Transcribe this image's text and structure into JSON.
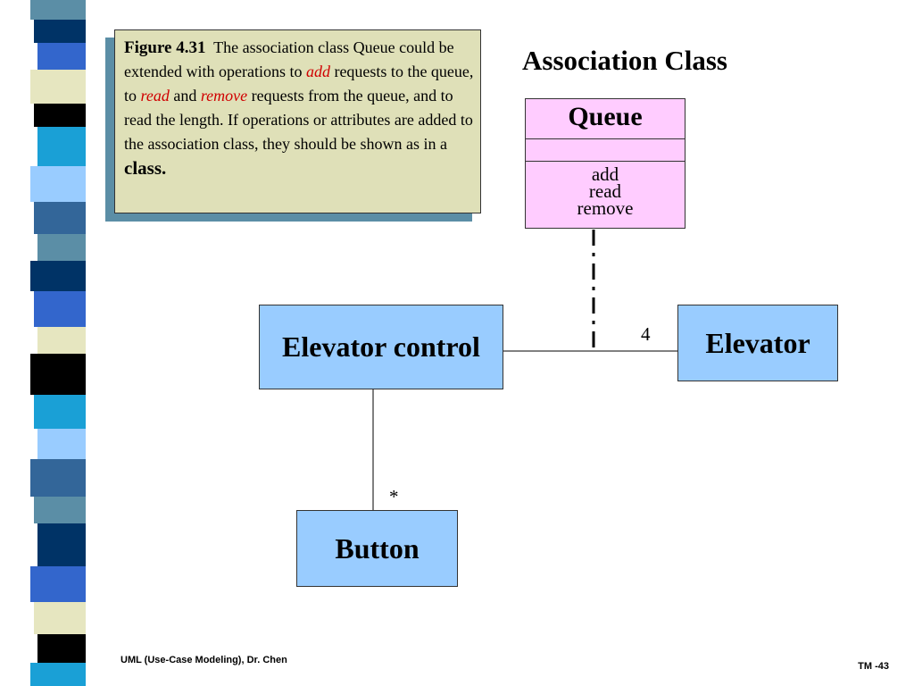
{
  "colors": {
    "callout_bg": "#dfe0b8",
    "callout_shadow": "#5b8ea6",
    "queue_bg": "#ffccff",
    "class_bg": "#99ccff",
    "highlight_red": "#d00000"
  },
  "callout": {
    "figure_label": "Figure 4.31",
    "text_1": "The association class Queue could be extended with operations to",
    "word_add": "add",
    "text_2": "requests to the queue, to",
    "word_read": "read",
    "text_3": "and",
    "word_remove": "remove",
    "text_4": "requests from the queue, and to read the length. If operations or attributes are added to the association class, they should be shown as  in a",
    "word_class": "class."
  },
  "title": "Association Class",
  "queue_class": {
    "name": "Queue",
    "operations": [
      "add",
      "read",
      "remove"
    ]
  },
  "classes": {
    "elevator_control": "Elevator control",
    "elevator": "Elevator",
    "button": "Button"
  },
  "multiplicity": {
    "elevator": "4",
    "button": "*"
  },
  "footer": {
    "left": "UML (Use-Case Modeling), Dr. Chen",
    "right": "TM -43"
  }
}
